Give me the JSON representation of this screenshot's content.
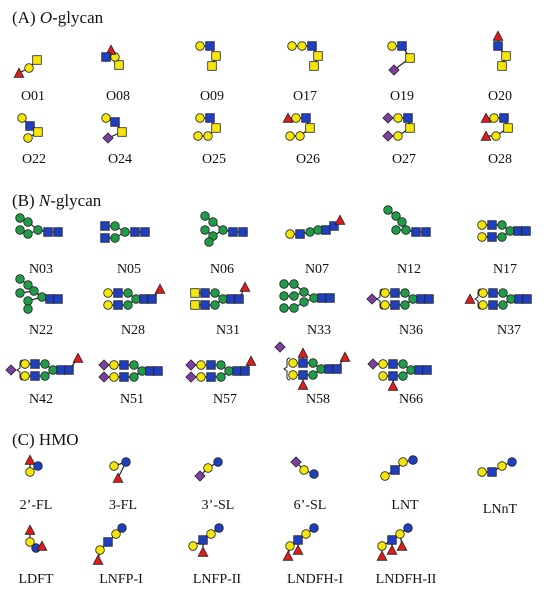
{
  "sections": [
    {
      "key": "A",
      "prefix": "(A) ",
      "italic": "O",
      "suffix": "-glycan"
    },
    {
      "key": "B",
      "prefix": "(B) ",
      "italic": "N",
      "suffix": "-glycan"
    },
    {
      "key": "C",
      "prefix": "(C) HMO",
      "italic": "",
      "suffix": ""
    }
  ],
  "symbol_colors": {
    "galactose_circle": "#f5e60a",
    "galnac_square": "#f5e60a",
    "glcnac_square": "#1f3fbf",
    "glucose_circle": "#1f3fbf",
    "mannose_circle": "#1f9b4a",
    "fucose_triangle": "#e01c1c",
    "sialic_diamond": "#7b3fa0"
  },
  "o_glycans": [
    "O01",
    "O08",
    "O09",
    "O17",
    "O19",
    "O20",
    "O22",
    "O24",
    "O25",
    "O26",
    "O27",
    "O28"
  ],
  "n_glycans": [
    "N03",
    "N05",
    "N06",
    "N07",
    "N12",
    "N17",
    "N22",
    "N28",
    "N31",
    "N33",
    "N36",
    "N37",
    "N42",
    "N51",
    "N57",
    "N58",
    "N66"
  ],
  "hmos": [
    "2’-FL",
    "3-FL",
    "3’-SL",
    "6’-SL",
    "LNT",
    "LNnT",
    "LDFT",
    "LNFP-I",
    "LNFP-II",
    "LNDFH-I",
    "LNDFH-II"
  ]
}
